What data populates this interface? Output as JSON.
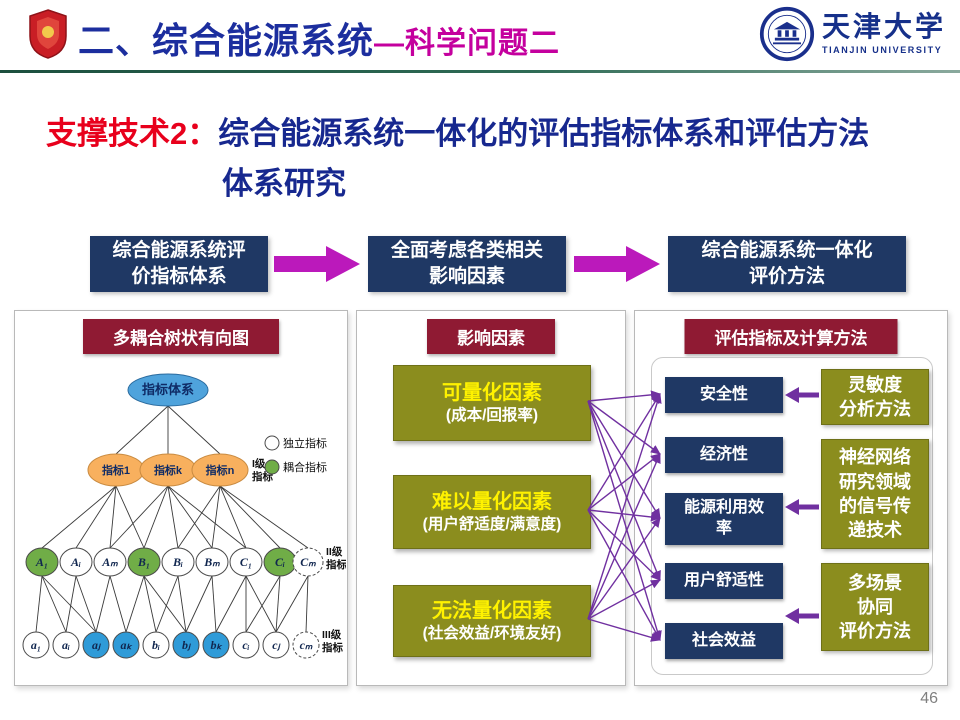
{
  "page": {
    "number": "46"
  },
  "header": {
    "title_main": "二、综合能源系统",
    "title_accent": "—科学问题二",
    "university_cn": "天津大学",
    "university_en": "TIANJIN UNIVERSITY"
  },
  "subtitle": {
    "label": "支撑技术2：",
    "line1": "综合能源系统一体化的评估指标体系和评估方法",
    "line2": "体系研究"
  },
  "flow": {
    "steps": [
      {
        "lines": [
          "综合能源系统评",
          "价指标体系"
        ]
      },
      {
        "lines": [
          "全面考虑各类相关",
          "影响因素"
        ]
      },
      {
        "lines": [
          "综合能源系统一体化",
          "评价方法"
        ]
      }
    ]
  },
  "panels": {
    "tree": {
      "title": "多耦合树状有向图",
      "root": "指标体系",
      "level1": [
        "指标1",
        "指标k",
        "指标n"
      ],
      "level1_label": [
        "I级",
        "指标"
      ],
      "legend": [
        {
          "label": "独立指标"
        },
        {
          "label": "耦合指标"
        }
      ],
      "level2": [
        "A₁",
        "Aᵢ",
        "Aₘ",
        "B₁",
        "Bᵢ",
        "Bₘ",
        "C₁",
        "Cᵢ",
        "Cₘ"
      ],
      "level2_label": [
        "II级",
        "指标"
      ],
      "level3": [
        "a₁",
        "aᵢ",
        "aⱼ",
        "aₖ",
        "bᵢ",
        "bⱼ",
        "bₖ",
        "cᵢ",
        "cⱼ",
        "cₘ"
      ],
      "level3_label": [
        "III级",
        "指标"
      ]
    },
    "factors": {
      "title": "影响因素",
      "items": [
        {
          "title": "可量化因素",
          "subtitle": "(成本/回报率)"
        },
        {
          "title": "难以量化因素",
          "subtitle": "(用户舒适度/满意度)"
        },
        {
          "title": "无法量化因素",
          "subtitle": "(社会效益/环境友好)"
        }
      ]
    },
    "evaluation": {
      "title": "评估指标及计算方法",
      "indicators": [
        {
          "lines": [
            "安全性"
          ]
        },
        {
          "lines": [
            "经济性"
          ]
        },
        {
          "lines": [
            "能源利用效",
            "率"
          ]
        },
        {
          "lines": [
            "用户舒适性"
          ]
        },
        {
          "lines": [
            "社会效益"
          ]
        }
      ],
      "methods": [
        {
          "lines": [
            "灵敏度",
            "分析方法"
          ]
        },
        {
          "lines": [
            "神经网络",
            "研究领域",
            "的信号传",
            "递技术"
          ]
        },
        {
          "lines": [
            "多场景",
            "协同",
            "评价方法"
          ]
        }
      ]
    }
  },
  "colors": {
    "navy": "#1F3864",
    "maroon": "#8F1A33",
    "olive": "#8B8D1E",
    "flow_arrow_magenta": "#BB19BB",
    "connector_purple": "#7030A0",
    "title_blue": "#1C2E9E",
    "title_magenta": "#C4009E",
    "subtitle_red": "#E8001C",
    "subtitle_navy": "#17288F",
    "factor_yellow": "#FFF200",
    "node_green": "#70AD47",
    "node_blue": "#2F9BD8",
    "node_orange": "#F8B05E"
  }
}
